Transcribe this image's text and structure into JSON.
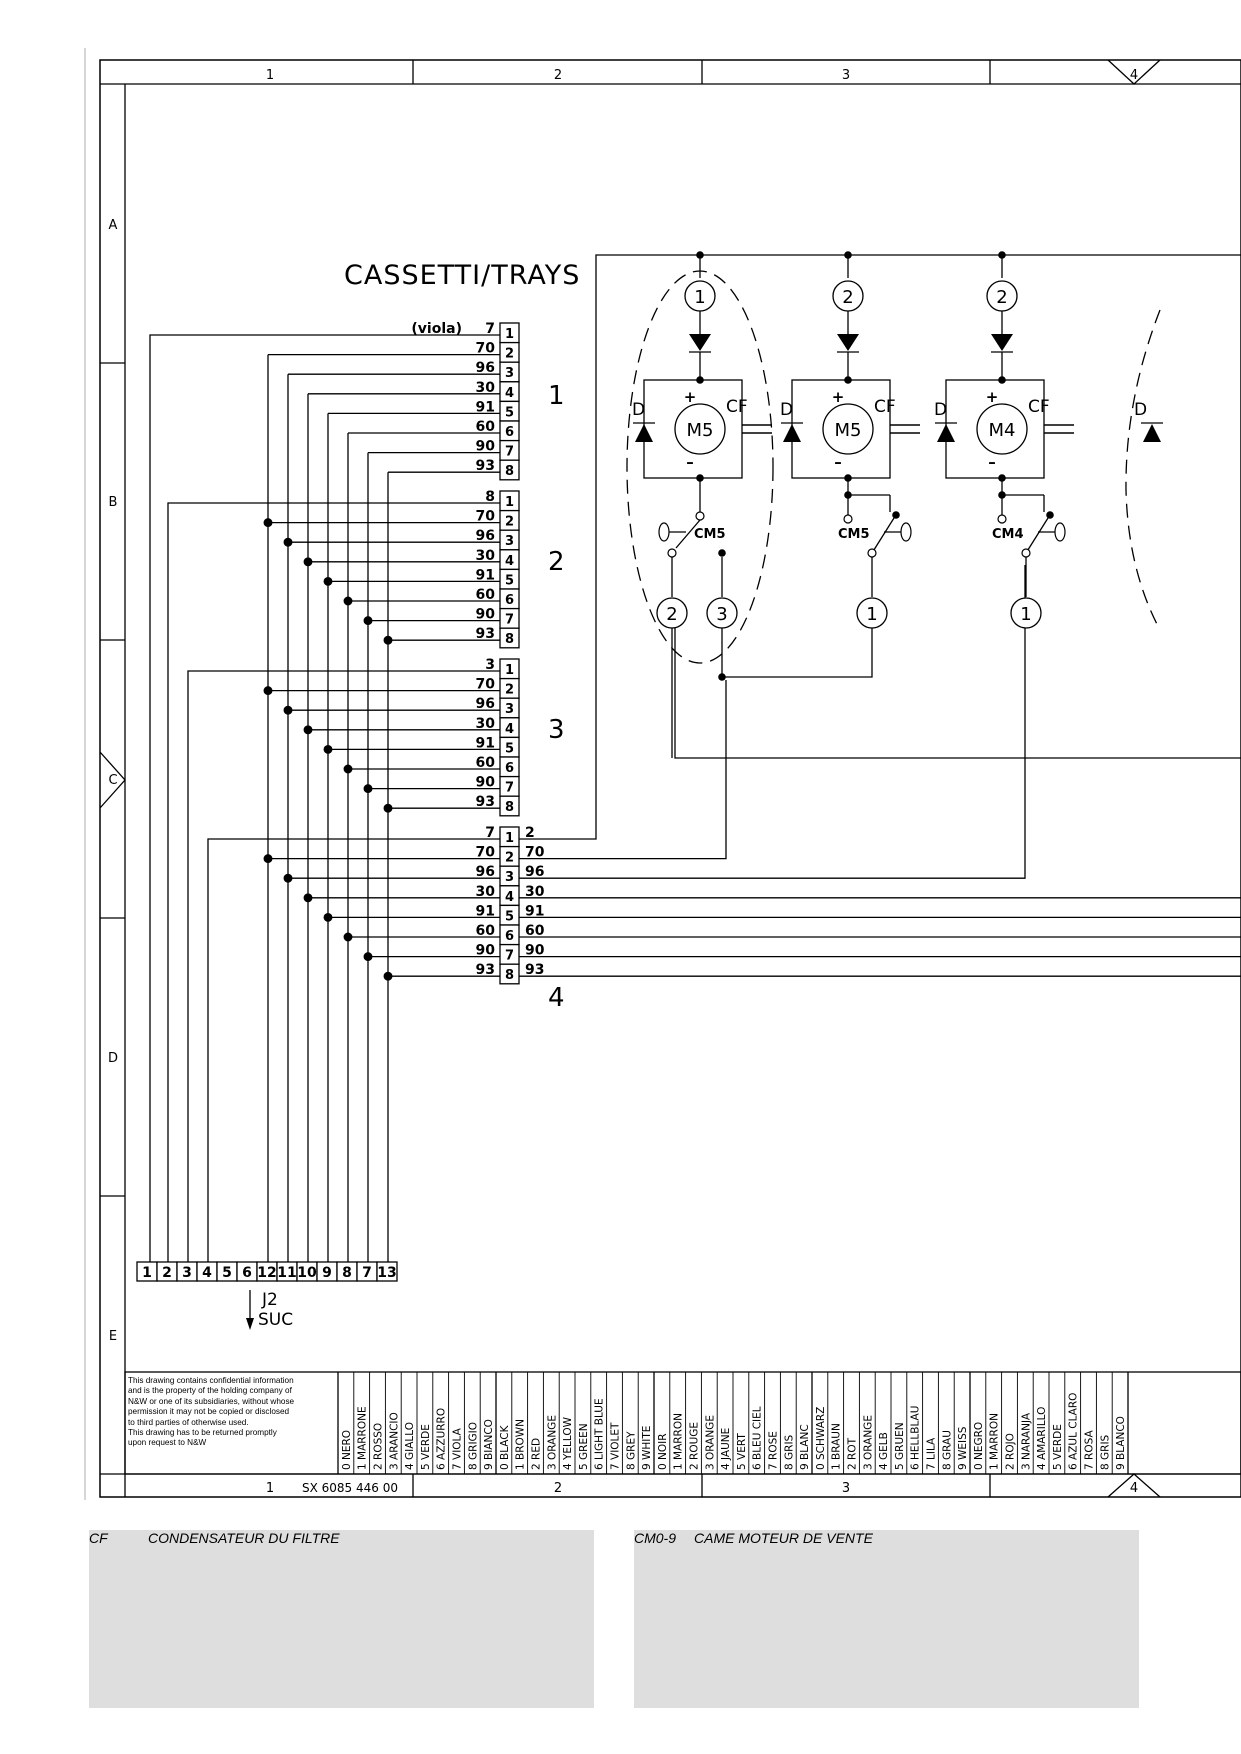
{
  "frame": {
    "columns": [
      "1",
      "2",
      "3",
      "4"
    ],
    "rows": [
      "A",
      "B",
      "C",
      "D",
      "E"
    ],
    "bottom_columns": [
      "1",
      "2",
      "3",
      "4"
    ],
    "drawing_number": "SX 6085 446 00"
  },
  "title": "CASSETTI/TRAYS",
  "trays": [
    {
      "label": "1",
      "first_note": "(viola)",
      "left_codes": [
        "7",
        "70",
        "96",
        "30",
        "91",
        "60",
        "90",
        "93"
      ],
      "pins": [
        "1",
        "2",
        "3",
        "4",
        "5",
        "6",
        "7",
        "8"
      ]
    },
    {
      "label": "2",
      "left_codes": [
        "8",
        "70",
        "96",
        "30",
        "91",
        "60",
        "90",
        "93"
      ],
      "pins": [
        "1",
        "2",
        "3",
        "4",
        "5",
        "6",
        "7",
        "8"
      ]
    },
    {
      "label": "3",
      "left_codes": [
        "3",
        "70",
        "96",
        "30",
        "91",
        "60",
        "90",
        "93"
      ],
      "pins": [
        "1",
        "2",
        "3",
        "4",
        "5",
        "6",
        "7",
        "8"
      ]
    },
    {
      "label": "4",
      "left_codes": [
        "7",
        "70",
        "96",
        "30",
        "91",
        "60",
        "90",
        "93"
      ],
      "pins": [
        "1",
        "2",
        "3",
        "4",
        "5",
        "6",
        "7",
        "8"
      ],
      "right_codes": [
        "2",
        "70",
        "96",
        "30",
        "91",
        "60",
        "90",
        "93"
      ]
    }
  ],
  "motors": [
    {
      "motor": "M5",
      "diode": "D",
      "capacitor": "CF",
      "cam": "CM5",
      "top_node": "1",
      "bottom_nodes": [
        "2",
        "3"
      ],
      "plus": "+",
      "minus": "–"
    },
    {
      "motor": "M5",
      "diode": "D",
      "capacitor": "CF",
      "cam": "CM5",
      "top_node": "2",
      "bottom_nodes": [
        "1"
      ],
      "plus": "+",
      "minus": "–"
    },
    {
      "motor": "M4",
      "diode": "D",
      "capacitor": "CF",
      "cam": "CM4",
      "top_node": "2",
      "bottom_nodes": [
        "1"
      ],
      "plus": "+",
      "minus": "–"
    },
    {
      "diode": "D"
    }
  ],
  "connector": {
    "pins": [
      "1",
      "2",
      "3",
      "4",
      "5",
      "6",
      "12",
      "11",
      "10",
      "9",
      "8",
      "7",
      "13"
    ],
    "name": "J2",
    "sub": "SUC"
  },
  "disclaimer": [
    "This drawing contains confidential information",
    "and is the property of the holding company of",
    "N&W or one of its subsidiaries, without whose",
    "permission it may not be copied or disclosed",
    "to third parties of otherwise used.",
    "This drawing has to be returned promptly",
    "upon request to N&W"
  ],
  "color_tables": [
    [
      "0 NERO",
      "1 MARRONE",
      "2 ROSSO",
      "3 ARANCIO",
      "4 GIALLO",
      "5 VERDE",
      "6 AZZURRO",
      "7 VIOLA",
      "8 GRIGIO",
      "9 BIANCO"
    ],
    [
      "0 BLACK",
      "1 BROWN",
      "2 RED",
      "3 ORANGE",
      "4 YELLOW",
      "5 GREEN",
      "6 LIGHT BLUE",
      "7 VIOLET",
      "8 GREY",
      "9 WHITE"
    ],
    [
      "0 NOIR",
      "1 MARRON",
      "2 ROUGE",
      "3 ORANGE",
      "4 JAUNE",
      "5 VERT",
      "6 BLEU CIEL",
      "7 ROSE",
      "8 GRIS",
      "9 BLANC"
    ],
    [
      "0 SCHWARZ",
      "1 BRAUN",
      "2 ROT",
      "3 ORANGE",
      "4 GELB",
      "5 GRUEN",
      "6 HELLBLAU",
      "7 LILA",
      "8 GRAU",
      "9 WEISS"
    ],
    [
      "0 NEGRO",
      "1 MARRON",
      "2 ROJO",
      "3 NARANJA",
      "4 AMARILLO",
      "5 VERDE",
      "6 AZUL CLARO",
      "7 ROSA",
      "8 GRIS",
      "9 BLANCO"
    ]
  ],
  "legend": [
    {
      "code": "CF",
      "description": "CONDENSATEUR DU FILTRE"
    },
    {
      "code": "CM0-9",
      "description": "CAME MOTEUR DE VENTE"
    }
  ]
}
